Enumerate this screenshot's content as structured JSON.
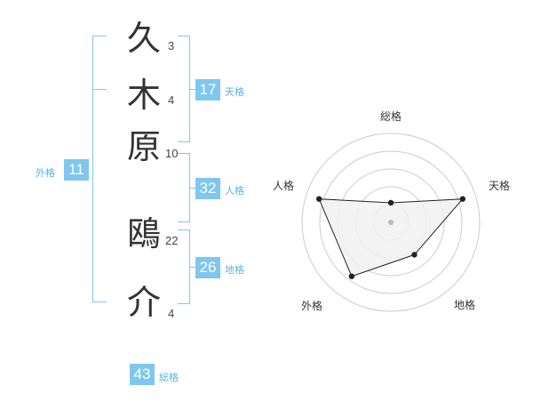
{
  "name": {
    "chars": [
      {
        "char": "久",
        "strokes": "3"
      },
      {
        "char": "木",
        "strokes": "4"
      },
      {
        "char": "原",
        "strokes": "10"
      },
      {
        "char": "鴎",
        "strokes": "22"
      },
      {
        "char": "介",
        "strokes": "4"
      }
    ]
  },
  "fortunes": {
    "tenkaku": {
      "value": "17",
      "label": "天格"
    },
    "jinkaku": {
      "value": "32",
      "label": "人格"
    },
    "chikaku": {
      "value": "26",
      "label": "地格"
    },
    "gaikaku": {
      "value": "11",
      "label": "外格"
    },
    "soukaku": {
      "value": "43",
      "label": "総格"
    }
  },
  "radar": {
    "axes": [
      "総格",
      "天格",
      "地格",
      "外格",
      "人格"
    ],
    "values": [
      0.22,
      0.85,
      0.45,
      0.75,
      0.85
    ],
    "colors": {
      "fill": "#f1f1f1",
      "line": "#222222",
      "ring": "#cccccc",
      "center": "#bbbbbb"
    }
  }
}
